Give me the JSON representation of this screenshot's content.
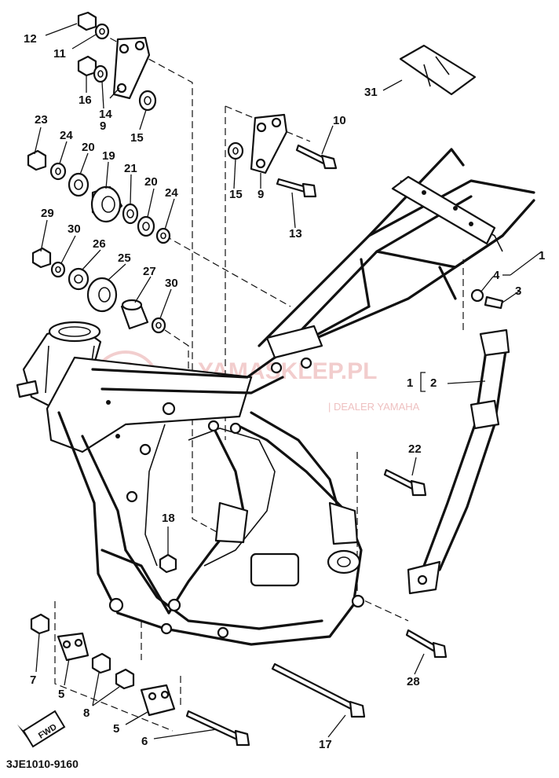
{
  "diagram": {
    "drawing_code": "3JE1010-9160",
    "fwd_label": "FWD",
    "watermark": {
      "brand": "YAMASKLEP.PL",
      "tagline": "| DEALER YAMAHA"
    },
    "callouts": {
      "p1": "1",
      "p1b": "1",
      "p2": "2",
      "p3": "3",
      "p4": "4",
      "p5": "5",
      "p5b": "5",
      "p6": "6",
      "p7": "7",
      "p8": "8",
      "p9": "9",
      "p9b": "9",
      "p10": "10",
      "p11": "11",
      "p12": "12",
      "p13": "13",
      "p14": "14",
      "p15": "15",
      "p15b": "15",
      "p16": "16",
      "p17": "17",
      "p18": "18",
      "p19": "19",
      "p20": "20",
      "p20b": "20",
      "p21": "21",
      "p22": "22",
      "p23": "23",
      "p24": "24",
      "p24b": "24",
      "p25": "25",
      "p26": "26",
      "p27": "27",
      "p28": "28",
      "p29": "29",
      "p30": "30",
      "p30b": "30",
      "p31": "31"
    }
  }
}
